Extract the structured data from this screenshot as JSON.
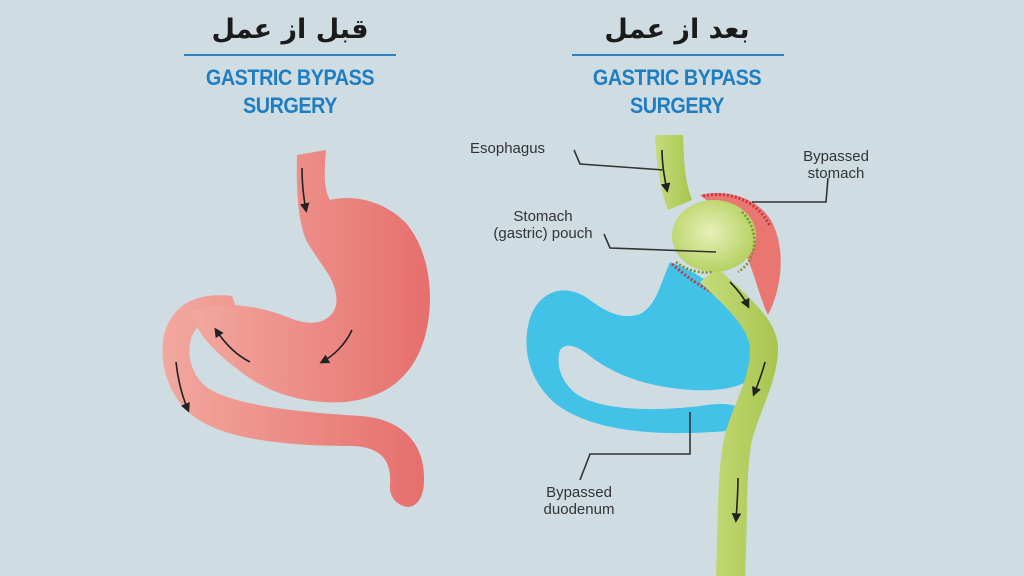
{
  "left_panel": {
    "persian_title": "قبل از عمل",
    "title_line1": "GASTRIC BYPASS",
    "title_line2": "SURGERY"
  },
  "right_panel": {
    "persian_title": "بعد از عمل",
    "title_line1": "GASTRIC BYPASS",
    "title_line2": "SURGERY"
  },
  "labels": {
    "esophagus": "Esophagus",
    "bypassed_stomach_1": "Bypassed",
    "bypassed_stomach_2": "stomach",
    "stomach_pouch_1": "Stomach",
    "stomach_pouch_2": "(gastric) pouch",
    "bypassed_duodenum_1": "Bypassed",
    "bypassed_duodenum_2": "duodenum"
  },
  "colors": {
    "background": "#cfdde3",
    "title_blue": "#1f7ec2",
    "stomach_pink": "#ea7d78",
    "bypass_blue": "#42c2e6",
    "pouch_green": "#b9d36a",
    "suture_red": "#c2384a"
  }
}
